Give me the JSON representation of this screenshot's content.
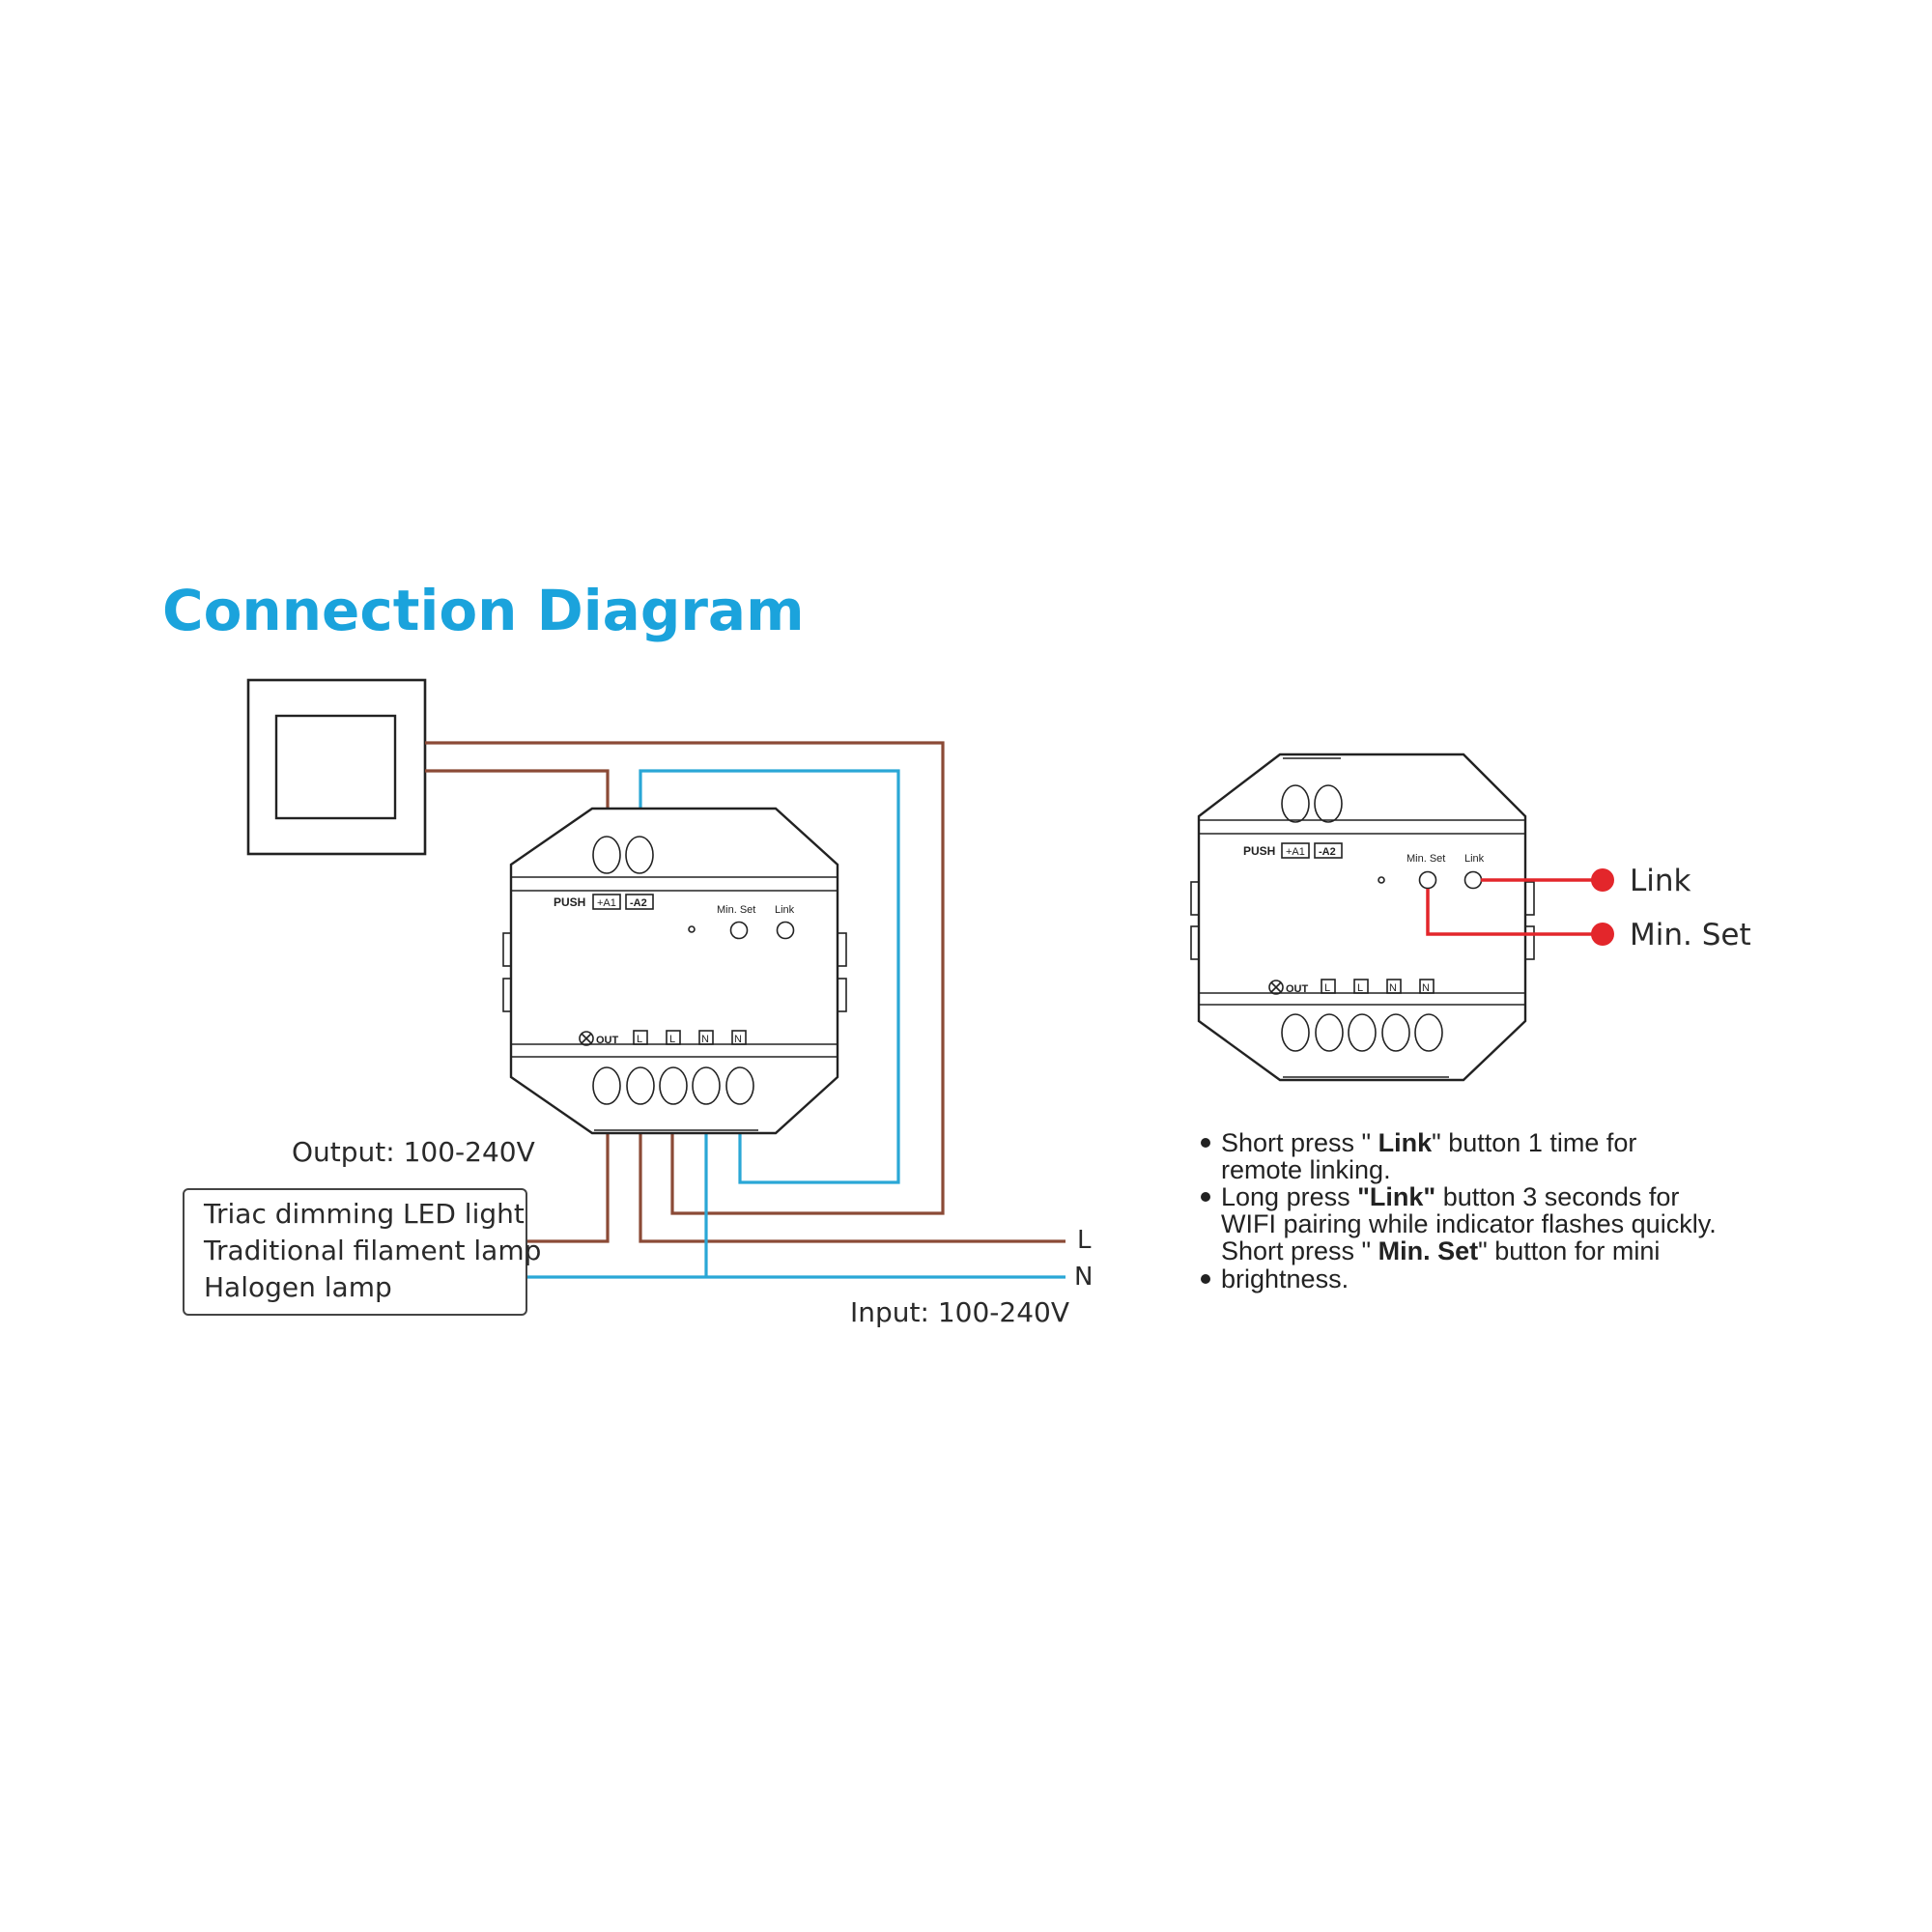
{
  "title": "Connection Diagram",
  "colors": {
    "title": "#1ba3dc",
    "live_wire": "#8b4a36",
    "neutral_wire": "#2aa7d6",
    "callout": "#e3262b"
  },
  "wiring": {
    "output_label": "Output: 100-240V",
    "input_label": "Input: 100-240V",
    "line_L": "L",
    "line_N": "N",
    "loads": [
      "Triac dimming LED light",
      "Traditional filament lamp",
      "Halogen lamp"
    ]
  },
  "device": {
    "push": "PUSH",
    "a1": "+A1",
    "a2": "-A2",
    "min_set": "Min. Set",
    "link": "Link",
    "out": "OUT",
    "terminals": [
      "L",
      "L",
      "N",
      "N"
    ]
  },
  "callouts": {
    "link": "Link",
    "min_set": "Min. Set"
  },
  "notes": {
    "n1_a": "Short press \" ",
    "n1_b": "Link",
    "n1_c": "\"  button 1 time for",
    "n1_d": "remote linking.",
    "n2_a": "Long press ",
    "n2_b": "\"Link\"",
    "n2_c": " button 3 seconds for",
    "n2_d": "WIFI pairing while indicator flashes quickly.",
    "n3_a": "Short press \" ",
    "n3_b": "Min. Set",
    "n3_c": "\" button for mini",
    "n3_d": "brightness."
  }
}
